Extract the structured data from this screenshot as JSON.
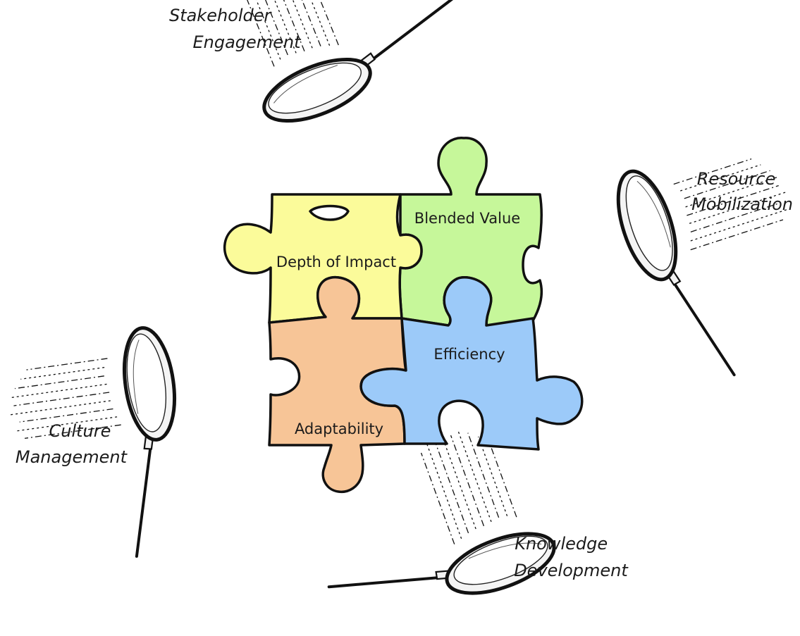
{
  "diagram": {
    "puzzle_pieces": [
      {
        "id": "depth",
        "label": "Depth of Impact",
        "color": "#fbfb9a"
      },
      {
        "id": "blended",
        "label": "Blended Value",
        "color": "#c6f79a"
      },
      {
        "id": "adaptability",
        "label": "Adaptability",
        "color": "#f7c597"
      },
      {
        "id": "efficiency",
        "label": "Efficiency",
        "color": "#9ccaf9"
      }
    ],
    "magnifiers": [
      {
        "id": "stakeholder",
        "lines": [
          "Stakeholder",
          "Engagement"
        ],
        "icon": "magnifying-glass-icon"
      },
      {
        "id": "resource",
        "lines": [
          "Resource",
          "Mobilization"
        ],
        "icon": "magnifying-glass-icon"
      },
      {
        "id": "culture",
        "lines": [
          "Culture",
          "Management"
        ],
        "icon": "magnifying-glass-icon"
      },
      {
        "id": "knowledge",
        "lines": [
          "Knowledge",
          "Development"
        ],
        "icon": "magnifying-glass-icon"
      }
    ]
  }
}
